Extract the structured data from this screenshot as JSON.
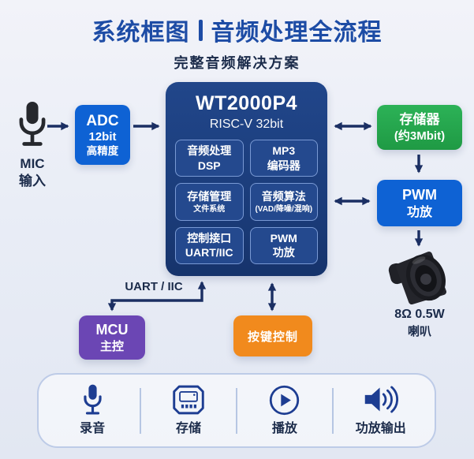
{
  "header": {
    "title_left": "系统框图",
    "title_right": "音频处理全流程",
    "subtitle": "完整音频解决方案"
  },
  "mic_input": {
    "line1": "MIC",
    "line2": "输入",
    "icon": "microphone-icon"
  },
  "adc": {
    "line1": "ADC",
    "line2": "12bit",
    "line3": "高精度"
  },
  "soc": {
    "name": "WT2000P4",
    "core": "RISC-V 32bit",
    "modules": [
      {
        "line1": "音频处理",
        "line2": "DSP"
      },
      {
        "line1": "MP3",
        "line2": "编码器"
      },
      {
        "line1": "存储管理",
        "line2": "文件系统"
      },
      {
        "line1": "音频算法",
        "line2": "(VAD/降噪/混响)"
      },
      {
        "line1": "控制接口",
        "line2": "UART/IIC"
      },
      {
        "line1": "PWM",
        "line2": "功放"
      }
    ]
  },
  "memory": {
    "line1": "存储器",
    "line2": "(约3Mbit)"
  },
  "pwm_amp": {
    "line1": "PWM",
    "line2": "功放"
  },
  "speaker": {
    "line1": "8Ω 0.5W",
    "line2": "喇叭",
    "icon": "speaker-photo-icon"
  },
  "connections": {
    "uart_iic_label": "UART / IIC"
  },
  "mcu": {
    "line1": "MCU",
    "line2": "主控"
  },
  "key_control": {
    "label": "按键控制"
  },
  "features": [
    {
      "icon": "microphone-icon",
      "label": "录音"
    },
    {
      "icon": "sd-card-icon",
      "label": "存储"
    },
    {
      "icon": "play-circle-icon",
      "label": "播放"
    },
    {
      "icon": "speaker-wave-icon",
      "label": "功放输出"
    }
  ],
  "colors": {
    "title-blue": "#1d4ca5",
    "text-dark": "#1b2b4a",
    "accent-blue": "#0e62d4",
    "soc-navy": "#1d4080",
    "soc-cell": "#24498e",
    "green": "#23a84d",
    "purple": "#6b46b4",
    "orange": "#f18a1d",
    "arrow-navy": "#1b2f63",
    "icon-blue": "#1d3d92",
    "card-border": "#bdcbe7"
  }
}
